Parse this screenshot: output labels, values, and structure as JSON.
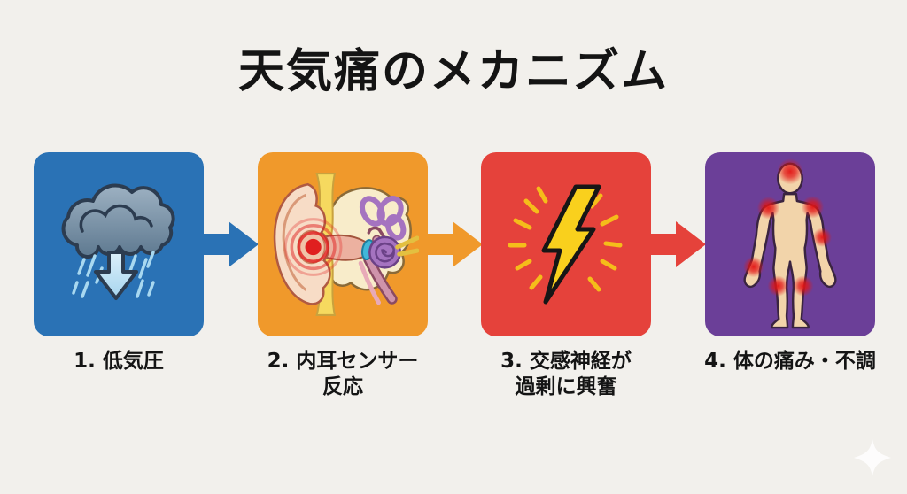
{
  "title": "天気痛のメカニズム",
  "colors": {
    "background": "#f2f0ec",
    "text": "#141414",
    "step1": "#2a72b5",
    "step2": "#f0992b",
    "step3": "#e5423b",
    "step4": "#6b3f98"
  },
  "steps": [
    {
      "label_line1": "1. 低気圧",
      "label_line2": "",
      "box_color": "#2a72b5",
      "icon": "rain-cloud-icon"
    },
    {
      "label_line1": "2. 内耳センサー",
      "label_line2": "反応",
      "box_color": "#f0992b",
      "icon": "inner-ear-icon"
    },
    {
      "label_line1": "3. 交感神経が",
      "label_line2": "過剰に興奮",
      "box_color": "#e5423b",
      "icon": "lightning-bolt-icon"
    },
    {
      "label_line1": "4. 体の痛み・不調",
      "label_line2": "",
      "box_color": "#6b3f98",
      "icon": "body-pain-icon"
    }
  ],
  "arrows": [
    {
      "from": 1,
      "to": 2,
      "color": "#2a72b5",
      "icon": "right-arrow-icon"
    },
    {
      "from": 2,
      "to": 3,
      "color": "#f0992b",
      "icon": "right-arrow-icon"
    },
    {
      "from": 3,
      "to": 4,
      "color": "#e5423b",
      "icon": "right-arrow-icon"
    }
  ],
  "watermark": {
    "icon": "sparkle-icon",
    "color": "#ffffff"
  }
}
